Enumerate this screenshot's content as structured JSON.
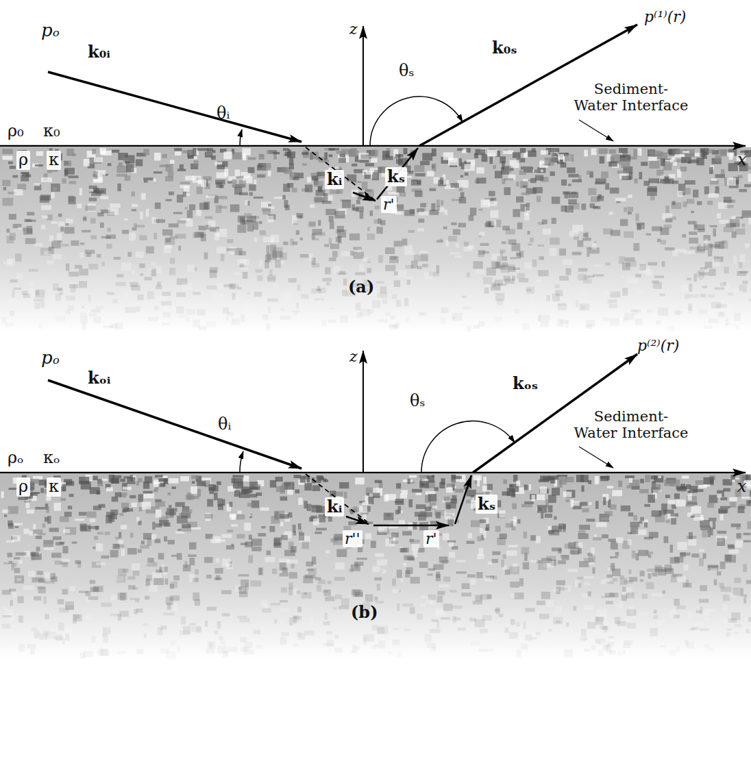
{
  "diagram": {
    "labels": [
      "pₒ",
      "k₀ᵢ",
      "θᵢ",
      "z",
      "p⁽¹⁾(r)",
      "k₀ₛ",
      "θₛ",
      "Sediment-Water Interface",
      "x",
      "ρ₀",
      "κ₀",
      "ρ",
      "κ",
      "kᵢ",
      "kₛ",
      "r'",
      "(a)",
      "pₒ",
      "kₒᵢ",
      "θᵢ",
      "z",
      "p⁽²⁾(r)",
      "kₒₛ",
      "θₛ",
      "Sediment-Water Interface",
      "x",
      "ρₒ",
      "κₒ",
      "ρ",
      "κ",
      "kᵢ",
      "r''",
      "r'",
      "kₛ",
      "(b)"
    ]
  }
}
